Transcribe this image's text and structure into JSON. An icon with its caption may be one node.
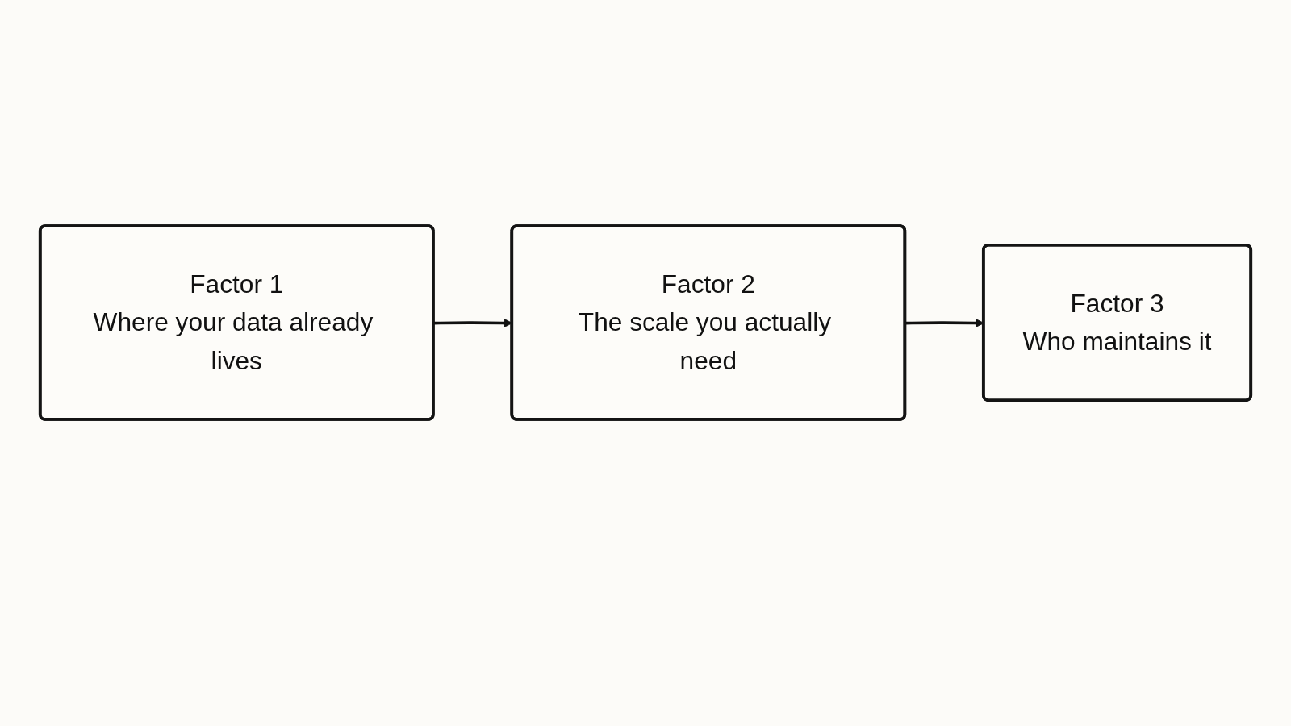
{
  "diagram": {
    "nodes": [
      {
        "text": [
          "Factor 1",
          "Where your data already lives"
        ]
      },
      {
        "text": [
          "Factor 2",
          "The scale you actually need"
        ]
      },
      {
        "text": [
          "Factor 3",
          "Who maintains it"
        ]
      }
    ],
    "edges": [
      {
        "from": 0,
        "to": 1,
        "arrow": "to"
      },
      {
        "from": 1,
        "to": 2,
        "arrow": "to"
      }
    ]
  }
}
